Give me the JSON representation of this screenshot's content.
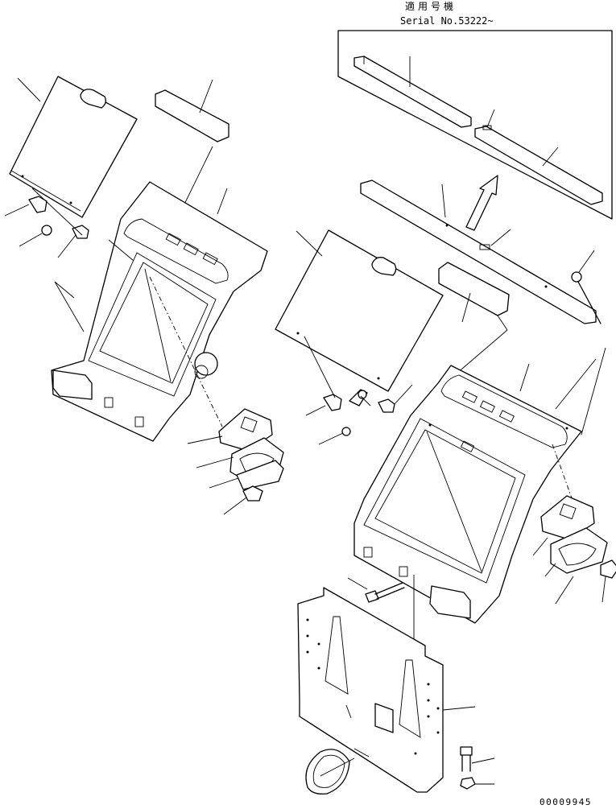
{
  "applicability": {
    "heading": "適用号機",
    "serial": "Serial No.53222~"
  },
  "drawing_number": "00009945"
}
